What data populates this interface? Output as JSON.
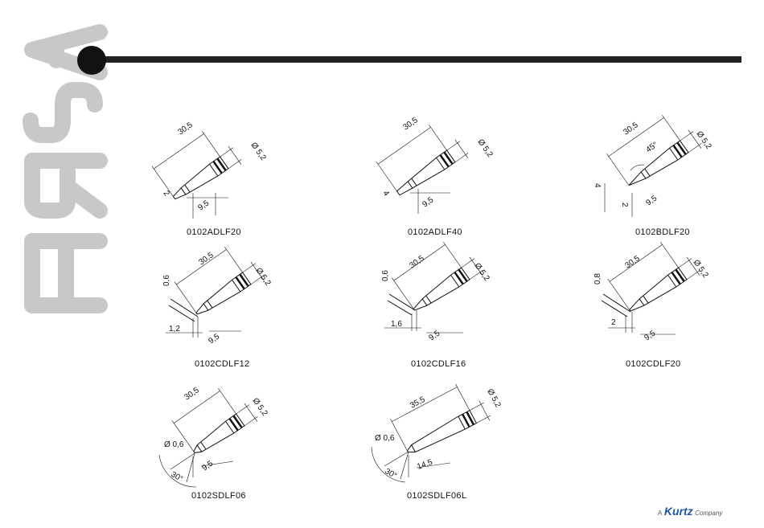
{
  "brand": {
    "logo_text": "ERSA"
  },
  "tips": [
    {
      "label": "0102ADLF20",
      "dims": [
        "30,5",
        "Ø 5,2",
        "2",
        "9,5"
      ]
    },
    {
      "label": "0102ADLF40",
      "dims": [
        "30,5",
        "Ø 5,2",
        "4",
        "9,5"
      ]
    },
    {
      "label": "0102BDLF20",
      "dims": [
        "30,5",
        "Ø 5,2",
        "45°",
        "4",
        "2",
        "9,5"
      ]
    },
    {
      "label": "0102CDLF12",
      "dims": [
        "30,5",
        "Ø 5,2",
        "0,6",
        "1,2",
        "9,5"
      ]
    },
    {
      "label": "0102CDLF16",
      "dims": [
        "30,5",
        "Ø 5,2",
        "0,6",
        "1,6",
        "9,5"
      ]
    },
    {
      "label": "0102CDLF20",
      "dims": [
        "30,5",
        "Ø 5,2",
        "0,8",
        "2",
        "9,5"
      ]
    },
    {
      "label": "0102SDLF06",
      "dims": [
        "30,5",
        "Ø 5,2",
        "Ø 0,6",
        "30°",
        "9,5"
      ]
    },
    {
      "label": "0102SDLF06L",
      "dims": [
        "35,5",
        "Ø 5,2",
        "Ø 0,6",
        "30°",
        "14,5"
      ]
    }
  ],
  "footer": {
    "prefix": "A",
    "brand": "Kurtz",
    "suffix": "Company"
  }
}
